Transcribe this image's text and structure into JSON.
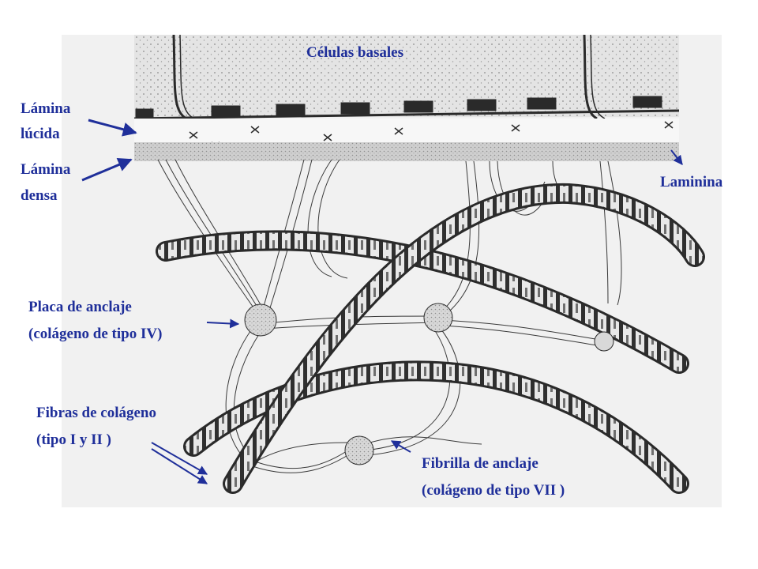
{
  "labels": {
    "celulas_basales": "Células basales",
    "lamina_lucida_1": "Lámina",
    "lamina_lucida_2": "lúcida",
    "lamina_densa_1": "Lámina",
    "lamina_densa_2": "densa",
    "laminina": "Laminina",
    "placa_1": "Placa de anclaje",
    "placa_2": "(colágeno de tipo IV)",
    "fibras_1": "Fibras de colágeno",
    "fibras_2": "(tipo I y II )",
    "fibrilla_1": "Fibrilla de anclaje",
    "fibrilla_2": "(colágeno de tipo VII )"
  },
  "colors": {
    "label_text": "#1f2f9a",
    "arrow": "#1f2f9a",
    "drawing_ink": "#2a2a2a",
    "panel_background": "#f1f1f1",
    "cell_background": "#e4e4e4",
    "densa_background": "#cfcfcf"
  }
}
